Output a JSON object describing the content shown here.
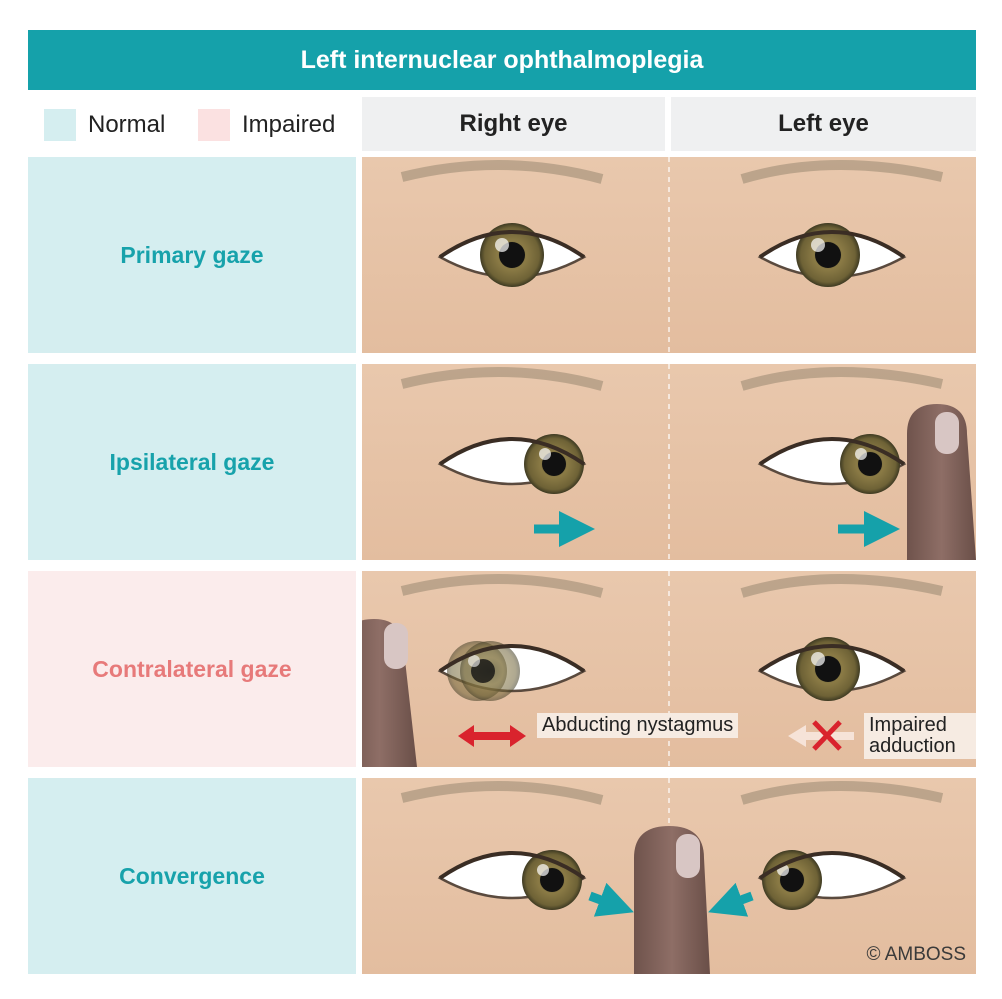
{
  "title": "Left internuclear ophthalmoplegia",
  "legend": [
    {
      "label": "Normal",
      "color": "#d5eef0"
    },
    {
      "label": "Impaired",
      "color": "#fbe1e1"
    }
  ],
  "columns": {
    "right_eye": "Right eye",
    "left_eye": "Left eye"
  },
  "rows": [
    {
      "label": "Primary gaze",
      "status": "normal"
    },
    {
      "label": "Ipsilateral gaze",
      "status": "normal"
    },
    {
      "label": "Contralateral gaze",
      "status": "impaired"
    },
    {
      "label": "Convergence",
      "status": "normal"
    }
  ],
  "annotations": {
    "right_contralateral": "Abducting nystagmus",
    "left_contralateral": "Impaired adduction"
  },
  "copyright": "© AMBOSS",
  "colors": {
    "accent": "#15a1aa",
    "skin": "#e8c7ab",
    "iris": "#7a6a3a",
    "finger": "#8b6b63",
    "impaired_arrow": "#d9232d"
  }
}
